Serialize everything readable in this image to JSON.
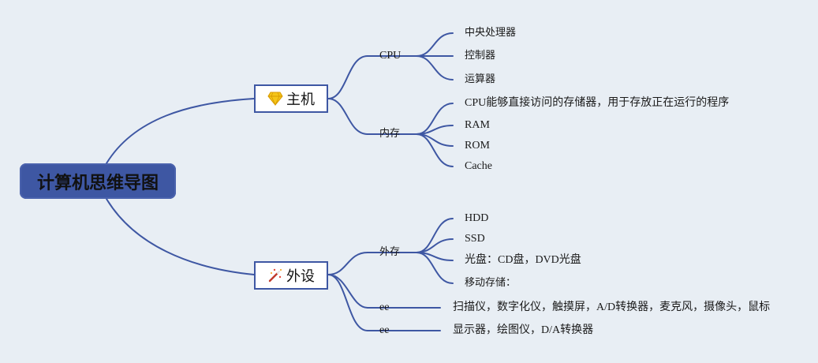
{
  "root": {
    "label": "计算机思维导图"
  },
  "host": {
    "label": "主机",
    "icon": "diamond-icon",
    "cpu": {
      "label": "CPU",
      "children": [
        "中央处理器",
        "控制器",
        "运算器"
      ]
    },
    "memory": {
      "label": "内存",
      "children": [
        "CPU能够直接访问的存储器，用于存放正在运行的程序",
        "RAM",
        "ROM",
        "Cache"
      ]
    }
  },
  "peripheral": {
    "label": "外设",
    "icon": "magic-wand-icon",
    "storage": {
      "label": "外存",
      "children": [
        "HDD",
        "SSD",
        "光盘：CD盘，DVD光盘",
        "移动存储："
      ]
    },
    "input": {
      "label": "ee",
      "child": "扫描仪，数字化仪，触摸屏，A/D转换器，麦克风，摄像头，鼠标"
    },
    "output": {
      "label": "ee",
      "child": "显示器，绘图仪，D/A转换器"
    }
  },
  "colors": {
    "line": "#3e57a3",
    "root_fill": "#3e57a3",
    "background": "#e8eef4",
    "node_fill": "#ffffff"
  }
}
